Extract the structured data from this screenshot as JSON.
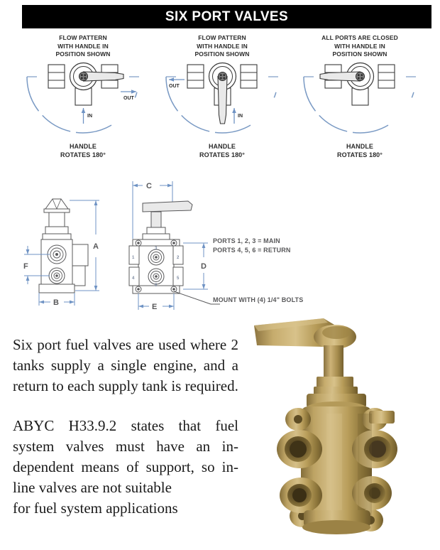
{
  "header": {
    "title": "SIX PORT VALVES",
    "bar_color": "#000000",
    "text_color": "#ffffff"
  },
  "colors": {
    "accent_blue": "#7a9ac4",
    "dim_blue": "#6f93c4",
    "line_gray": "#58585a",
    "body_text": "#1a1a1a",
    "brass_light": "#c9ae6e",
    "brass_mid": "#a98f4e",
    "brass_dark": "#7d6734"
  },
  "flow_diagrams": [
    {
      "id": "flow-left",
      "caption_lines": [
        "FLOW PATTERN",
        "WITH HANDLE IN",
        "POSITION SHOWN"
      ],
      "footer_lines": [
        "HANDLE",
        "ROTATES 180°"
      ],
      "handle_direction": "right",
      "flow_labels": [
        {
          "label": "OUT",
          "position": "right"
        },
        {
          "label": "IN",
          "position": "bottom"
        }
      ]
    },
    {
      "id": "flow-center",
      "caption_lines": [
        "FLOW PATTERN",
        "WITH HANDLE IN",
        "POSITION SHOWN"
      ],
      "footer_lines": [
        "HANDLE",
        "ROTATES 180°"
      ],
      "handle_direction": "down",
      "flow_labels": [
        {
          "label": "OUT",
          "position": "left"
        },
        {
          "label": "IN",
          "position": "bottom"
        }
      ]
    },
    {
      "id": "flow-right",
      "caption_lines": [
        "ALL PORTS ARE CLOSED",
        "WITH HANDLE IN",
        "POSITION SHOWN"
      ],
      "footer_lines": [
        "HANDLE",
        "ROTATES 180°"
      ],
      "handle_direction": "left",
      "flow_labels": []
    }
  ],
  "tech_drawings": {
    "side_view": {
      "dimension_labels": [
        "A",
        "B",
        "F"
      ]
    },
    "front_view": {
      "dimension_labels": [
        "C",
        "D",
        "E"
      ],
      "port_numbers": [
        "1",
        "2",
        "3",
        "4",
        "5",
        "6"
      ]
    },
    "ports_note_lines": [
      "PORTS 1, 2, 3 = MAIN",
      "PORTS 4, 5, 6 = RETURN"
    ],
    "bolts_note": "MOUNT WITH (4) 1/4\" BOLTS"
  },
  "body": {
    "paragraph_1": "Six port fuel valves are used where 2 tanks supply a single engine, and a return to each supply tank is required.",
    "paragraph_2_main": "ABYC H33.9.2 states that fuel system valves must have an in-dependent means of support, so in-line valves are not suitable",
    "paragraph_2_tail": "for fuel system applications"
  },
  "photo": {
    "alt": "brass six port fuel valve with lever handle"
  }
}
